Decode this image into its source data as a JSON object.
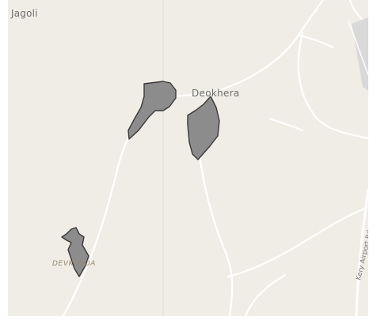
{
  "map": {
    "background_color": "#efede6",
    "road_color": "#ffffff",
    "highway_color": "#d9d9d9",
    "region_fill": "#8c8c8c",
    "region_stroke": "#3a3a3a",
    "places": {
      "jagoli": "Jagoli",
      "deokhera": "Deokhera",
      "devkheda": "DEVKHEDA"
    },
    "roads": {
      "kery_airport_rd": "Kery Airport Rd"
    },
    "regions": [
      {
        "id": "region-north"
      },
      {
        "id": "region-deokhera"
      },
      {
        "id": "region-devkheda"
      }
    ]
  }
}
